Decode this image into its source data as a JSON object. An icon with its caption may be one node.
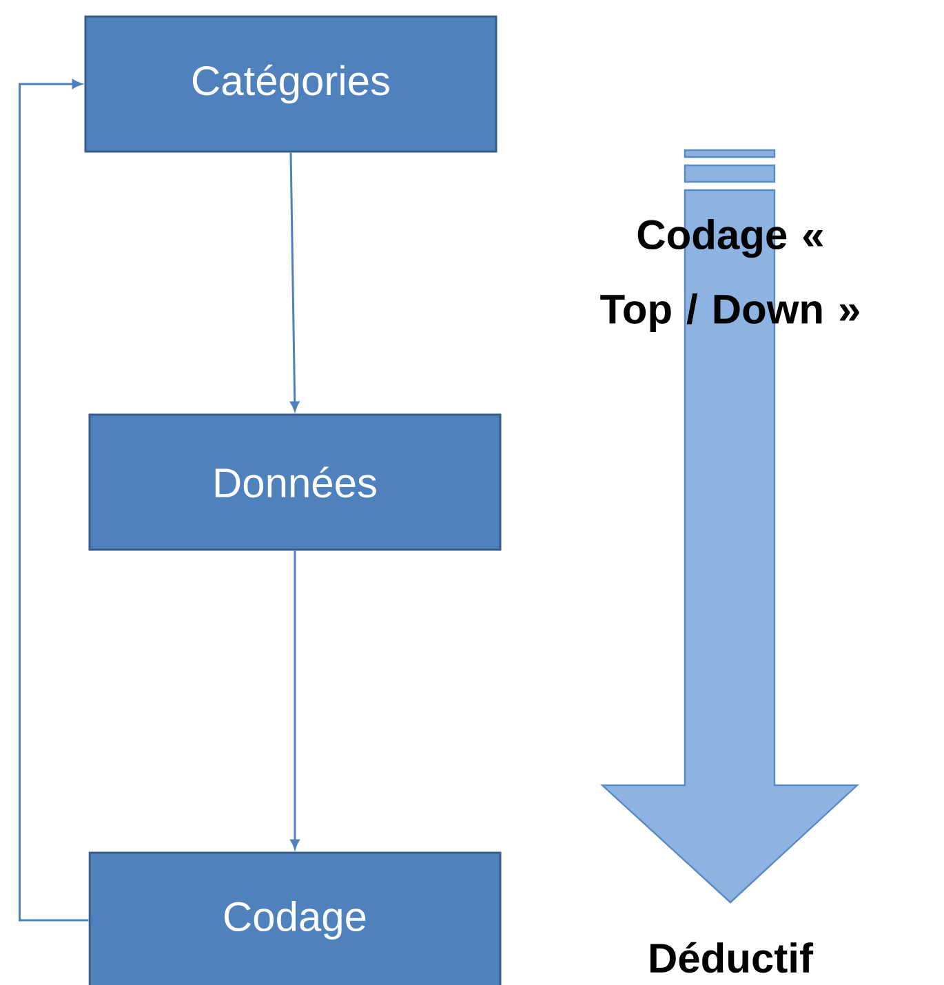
{
  "diagram": {
    "nodes": [
      {
        "text": [
          "Catégories"
        ]
      },
      {
        "text": [
          "Données"
        ]
      },
      {
        "text": [
          "Codage"
        ]
      }
    ],
    "edges": [
      {
        "from": 0,
        "to": 1,
        "arrow": "to"
      },
      {
        "from": 1,
        "to": 2,
        "arrow": "to"
      },
      {
        "from": 2,
        "to": 0,
        "arrow": "to"
      }
    ],
    "labels": [
      "Codage « Top / Down »",
      "Déductif"
    ]
  }
}
